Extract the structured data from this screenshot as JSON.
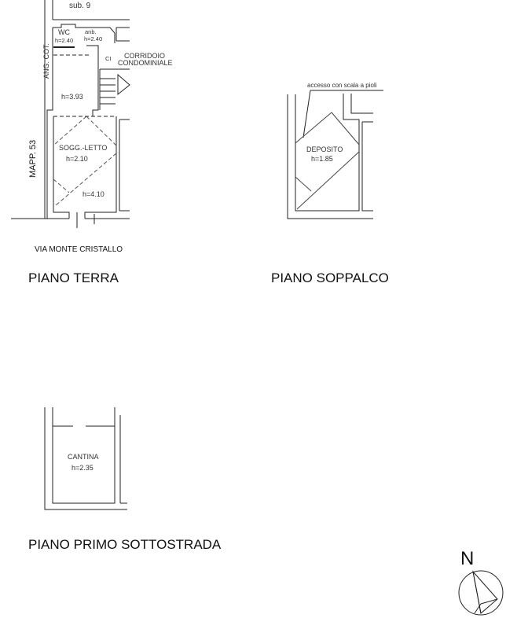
{
  "piano_terra": {
    "title": "PIANO TERRA",
    "sub": "sub. 9",
    "mapp": "MAPP. 53",
    "street": "VIA MONTE CRISTALLO",
    "rooms": {
      "wc": "WC",
      "wc_h": "h=2.40",
      "anb": "anb.",
      "anb_h": "h=2.40",
      "corridoio_1": "CORRIDOIO",
      "corridoio_2": "CONDOMINIALE",
      "ci": "CI",
      "ang_cot": "ANG. COT.",
      "ang_cot_h": "h=3.93",
      "letto": "SOGG.-LETTO",
      "letto_h1": "h=2.10",
      "letto_h2": "h=4.10"
    }
  },
  "piano_soppalco": {
    "title": "PIANO SOPPALCO",
    "note": "accesso con scala a pioli",
    "room": "DEPOSITO",
    "room_h": "h=1.85"
  },
  "piano_sottostrada": {
    "title": "PIANO PRIMO SOTTOSTRADA",
    "room": "CANTINA",
    "room_h": "h=2.35"
  },
  "compass": {
    "label": "N"
  }
}
